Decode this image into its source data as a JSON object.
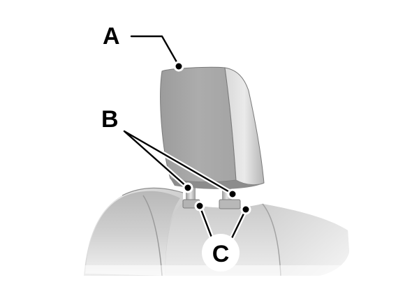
{
  "callouts": {
    "a": {
      "letter": "A",
      "target": "headrest"
    },
    "b": {
      "letter": "B",
      "target": "headrest-guide-sleeves"
    },
    "c": {
      "letter": "C",
      "target": "headrest-release-buttons"
    }
  },
  "colors": {
    "seat_light": "#e2e2e2",
    "seat_mid": "#bdbdbd",
    "seat_dark": "#8e8e8e",
    "headrest_front": "#a9a9a9",
    "headrest_side": "#dcdcdc",
    "leader": "#000000"
  }
}
